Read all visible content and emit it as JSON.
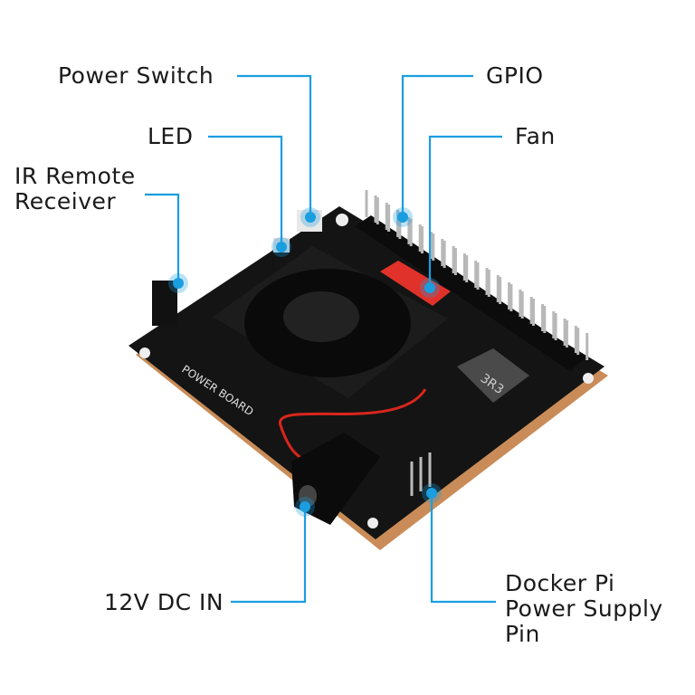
{
  "accent_color": "#1a9ee0",
  "labels": {
    "power_switch": "Power Switch",
    "led": "LED",
    "ir_line1": "IR Remote",
    "ir_line2": "Receiver",
    "gpio": "GPIO",
    "fan": "Fan",
    "dc_in": "12V DC IN",
    "docker_line1": "Docker Pi",
    "docker_line2": "Power Supply",
    "docker_line3": "Pin"
  },
  "board_silkscreen": {
    "title": "POWER BOARD",
    "inductor": "3R3"
  }
}
